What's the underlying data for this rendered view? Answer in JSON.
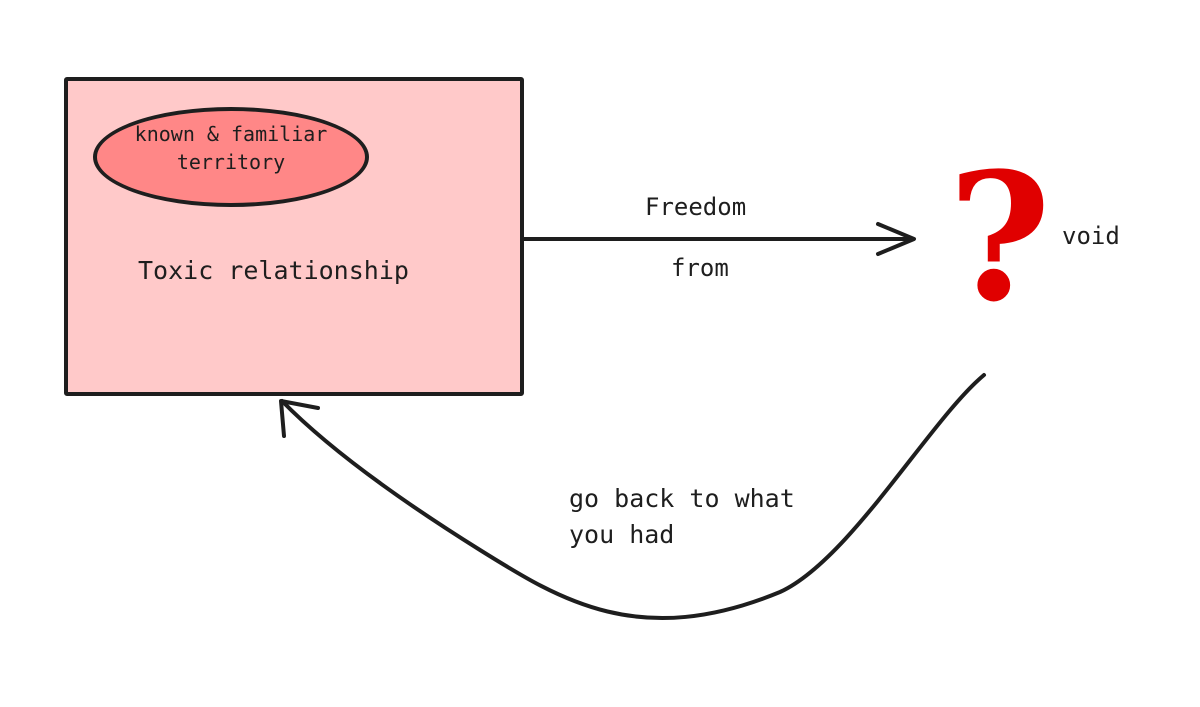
{
  "diagram": {
    "toxic_box": {
      "label": "Toxic relationship",
      "fill": "#ffc9c9"
    },
    "familiar_ellipse": {
      "label": "known & familiar territory",
      "fill": "#ff8787"
    },
    "forward_arrow": {
      "label_above": "Freedom",
      "label_below": "from"
    },
    "question_mark": {
      "glyph": "?",
      "color": "#e00000"
    },
    "void_label": "void",
    "return_arrow": {
      "label": "go back to what you had"
    },
    "stroke_color": "#1e1e1e"
  }
}
